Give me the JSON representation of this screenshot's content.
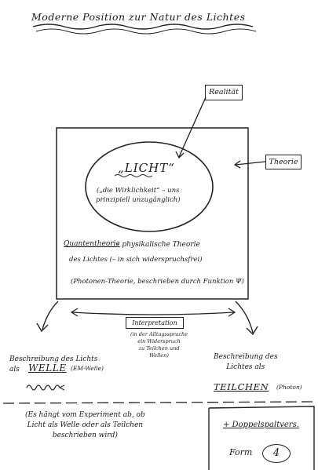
{
  "title": "Moderne Position zur Natur des Lichtes",
  "labels": {
    "realitaet": "Realität",
    "theorie": "Theorie",
    "licht": "„LICHT“",
    "wirklichkeit_line1": "(„die Wirklichkeit“ – uns",
    "wirklichkeit_line2": "prinzipiell unzugänglich)",
    "quantentheorie": "Quantentheorie",
    "physikalische": "– physikalische Theorie",
    "des_lichtes": "des Lichtes (– in sich widerspruchsfrei)",
    "photonen": "(Photonen-Theorie, beschrieben durch Funktion Ψ)",
    "interpretation": "Interpretation",
    "alltag_line1": "(in der Alltagssprache",
    "alltag_line2": "ein Widerspruch",
    "alltag_line3": "zu Teilchen und",
    "alltag_line4": "Wellen)",
    "beschreibung_welle": "Beschreibung des Lichts",
    "als": "als",
    "welle": "WELLE",
    "em_welle": "(EM-Welle)",
    "beschreibung_teilchen_line1": "Beschreibung des",
    "beschreibung_teilchen_line2": "Lichtes als",
    "teilchen": "TEILCHEN",
    "photon": "(Photon)",
    "experiment_line1": "(Es hängt vom Experiment ab, ob",
    "experiment_line2": "Licht als Welle oder als Teilchen",
    "experiment_line3": "beschrieben wird)",
    "doppelspalt": "+ Doppelspaltvers.",
    "form": "Form",
    "form_number": "4"
  }
}
